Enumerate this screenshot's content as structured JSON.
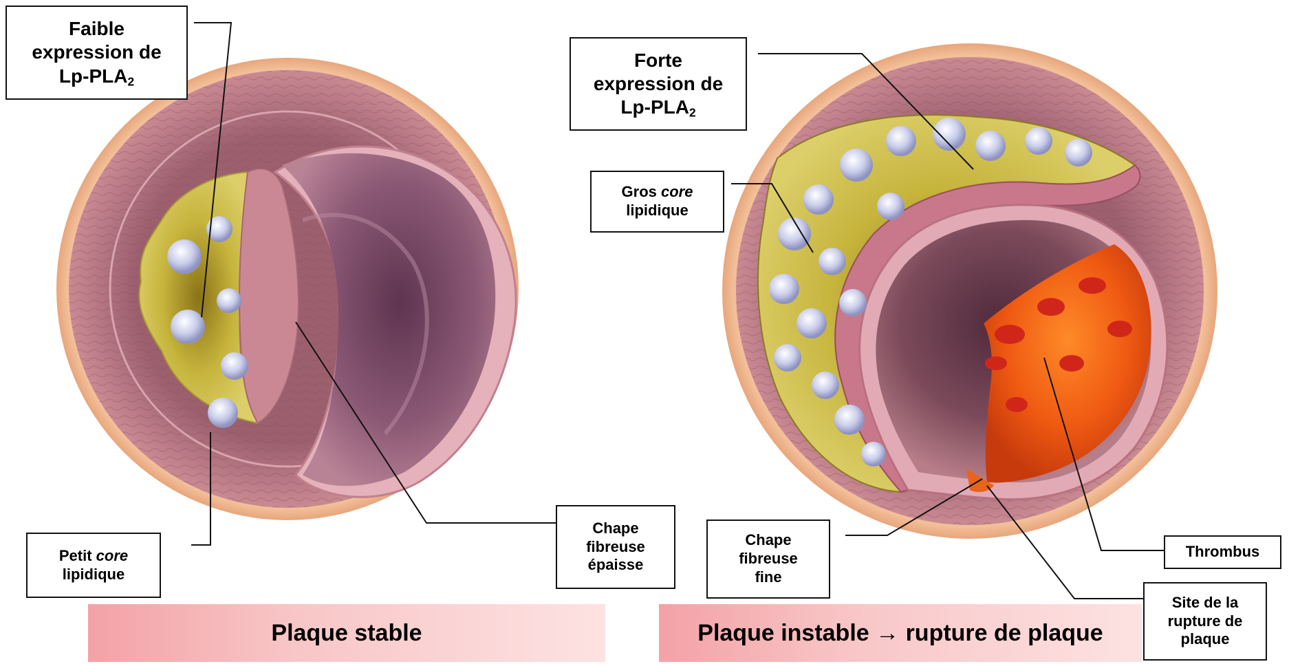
{
  "left_panel": {
    "labels": {
      "faible_line1": "Faible",
      "faible_line2": "expression de",
      "faible_line3_main": "Lp-PLA",
      "faible_line3_sub": "2",
      "petit_word": "Petit",
      "petit_italic": "core",
      "petit_line2": "lipidique",
      "chape_line1": "Chape",
      "chape_line2": "fibreuse",
      "chape_line3": "épaisse"
    },
    "banner": "Plaque stable"
  },
  "right_panel": {
    "labels": {
      "forte_line1": "Forte",
      "forte_line2": "expression de",
      "forte_line3_main": "Lp-PLA",
      "forte_line3_sub": "2",
      "gros_word": "Gros",
      "gros_italic": "core",
      "gros_line2": "lipidique",
      "chape_line1": "Chape",
      "chape_line2": "fibreuse",
      "chape_line3": "fine",
      "thrombus": "Thrombus",
      "site_line1": "Site de la",
      "site_line2": "rupture de",
      "site_line3": "plaque"
    },
    "banner": "Plaque instable → rupture de plaque"
  },
  "colors": {
    "adventitia": "#f0b98a",
    "media": "#b8727f",
    "intima": "#e6b7be",
    "lumen": "#7a4a63",
    "lipid_core": "#c7bb3e",
    "thrombus": "#ef5a12",
    "macrophage": "#cfd2ef"
  }
}
